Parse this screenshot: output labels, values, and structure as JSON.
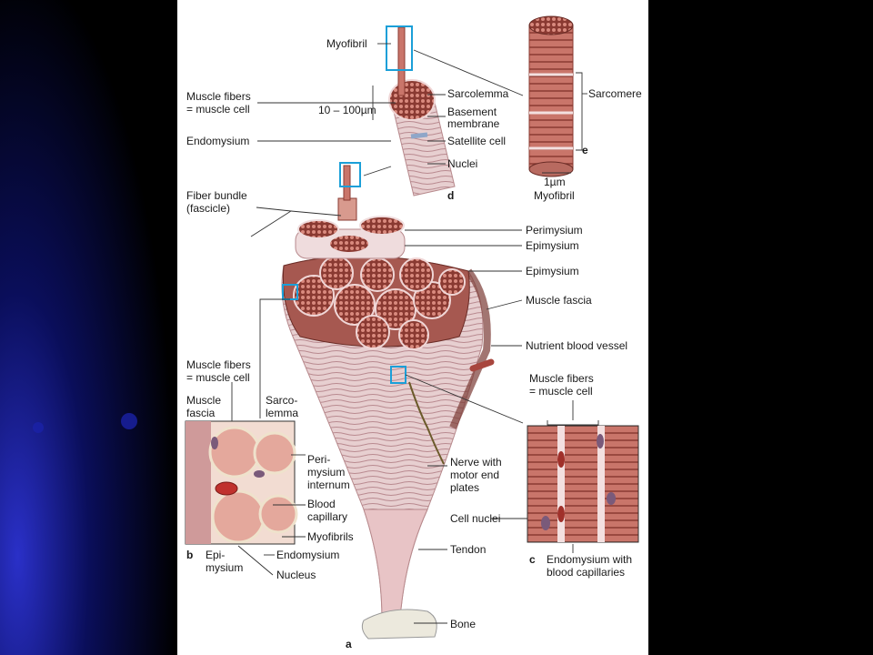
{
  "colors": {
    "slide_background": "#000000",
    "glow": "#1a22a8",
    "figure_background": "#ffffff",
    "muscle": "#c9756a",
    "muscle_dark": "#8a3a32",
    "fascia": "#e9c7c7",
    "highlight_box": "#1b9fd8"
  },
  "labels": {
    "myofibril_top": "Myofibril",
    "muscle_fibers_1": "Muscle fibers",
    "muscle_fibers_1b": "= muscle cell",
    "size_range": "10 – 100µm",
    "sarcolemma": "Sarcolemma",
    "basement_1": "Basement",
    "basement_2": "membrane",
    "endomysium_top": "Endomysium",
    "satellite_cell": "Satellite cell",
    "nuclei": "Nuclei",
    "panel_d": "d",
    "sarcomere": "Sarcomere",
    "panel_e": "e",
    "one_um": "1µm",
    "myofibril_e": "Myofibril",
    "fiber_bundle_1": "Fiber bundle",
    "fiber_bundle_2": "(fascicle)",
    "perimysium": "Perimysium",
    "epimysium_1": "Epimysium",
    "epimysium_2": "Epimysium",
    "muscle_fascia": "Muscle fascia",
    "nutrient_vessel": "Nutrient blood vessel",
    "b_muscle_fibers_1": "Muscle fibers",
    "b_muscle_fibers_2": "= muscle cell",
    "b_muscle_1": "Muscle",
    "b_muscle_2": "fascia",
    "b_sarco_1": "Sarco-",
    "b_sarco_2": "lemma",
    "b_peri_1": "Peri-",
    "b_peri_2": "mysium",
    "b_peri_3": "internum",
    "b_blood_1": "Blood",
    "b_blood_2": "capillary",
    "b_myofibrils": "Myofibrils",
    "panel_b": "b",
    "b_epi_1": "Epi-",
    "b_epi_2": "mysium",
    "b_endomysium": "Endomysium",
    "b_nucleus": "Nucleus",
    "nerve_1": "Nerve with",
    "nerve_2": "motor end",
    "nerve_3": "plates",
    "tendon": "Tendon",
    "bone": "Bone",
    "panel_a": "a",
    "c_muscle_fibers_1": "Muscle fibers",
    "c_muscle_fibers_2": "= muscle cell",
    "c_cell_nuclei": "Cell nuclei",
    "panel_c": "c",
    "c_endo_1": "Endomysium with",
    "c_endo_2": "blood capillaries"
  }
}
